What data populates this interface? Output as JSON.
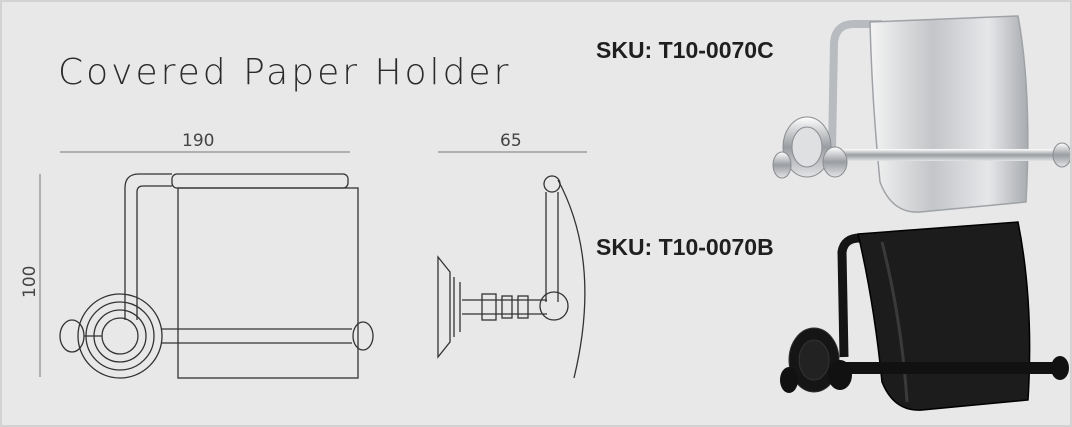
{
  "title": "Covered Paper Holder",
  "dimensions": {
    "width": "190",
    "depth": "65",
    "height": "100"
  },
  "products": [
    {
      "sku": "SKU: T10-0070C",
      "finish": "chrome"
    },
    {
      "sku": "SKU: T10-0070B",
      "finish": "black"
    }
  ],
  "colors": {
    "background": "#e8e8e8",
    "chrome": "#c9ccd0",
    "black": "#1a1a1a",
    "line": "#333333"
  }
}
